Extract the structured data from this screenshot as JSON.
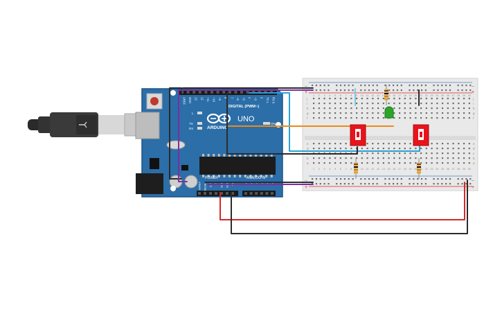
{
  "board": {
    "brand": "ARDUINO",
    "model": "UNO",
    "digital_header": "DIGITAL (PWM~)",
    "power_header": "POWER",
    "analog_header": "ANALOG IN",
    "led_labels": {
      "l": "L",
      "tx": "TX",
      "rx": "RX",
      "on": "ON"
    },
    "digital_pins": [
      "AREF",
      "GND",
      "13",
      "12",
      "~11",
      "~10",
      "~9",
      "8",
      "7",
      "~6",
      "~5",
      "4",
      "~3",
      "2",
      "TX 1",
      "RX 0"
    ],
    "power_pins": [
      "IOREF",
      "RESET",
      "3.3V",
      "5V",
      "GND",
      "GND",
      "Vin"
    ],
    "analog_pins": [
      "A0",
      "A1",
      "A2",
      "A3",
      "A4",
      "A5"
    ]
  },
  "breadboard": {
    "rail_signs": {
      "minus": "–",
      "plus": "+"
    },
    "row_letters_top": [
      "j",
      "i",
      "h",
      "g",
      "f"
    ],
    "row_letters_bottom": [
      "e",
      "d",
      "c",
      "b",
      "a"
    ],
    "column_numbers": [
      "1",
      "2",
      "3",
      "4",
      "5",
      "6",
      "7",
      "8",
      "9",
      "10",
      "11",
      "12",
      "13",
      "14",
      "15",
      "16",
      "17",
      "18",
      "19",
      "20",
      "21",
      "22",
      "23",
      "24",
      "25",
      "26",
      "27",
      "28",
      "29",
      "30"
    ]
  },
  "components": {
    "led_color": "#2aa52a",
    "switch_color": "#e8141c",
    "resistor_band_colors": [
      "#8b4513",
      "#111111",
      "#e07b00",
      "#c9a227"
    ]
  },
  "wire_colors": {
    "black": "#2b2b2b",
    "purple": "#7b2fa0",
    "blue": "#2aa2d6",
    "orange": "#ef8a17",
    "red": "#d62728",
    "light_blue": "#7ec8e8"
  },
  "colors": {
    "board": "#2b6ea8",
    "board_dark": "#1e5486",
    "breadboard": "#e9e9e9"
  }
}
